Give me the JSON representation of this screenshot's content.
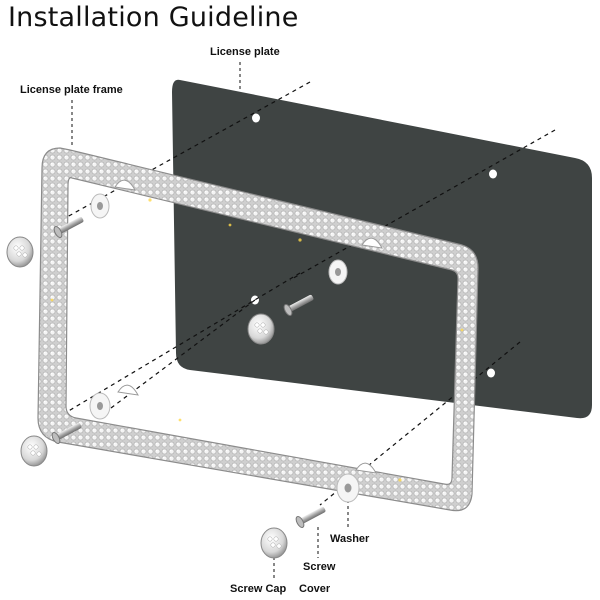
{
  "title": "Installation Guideline",
  "labels": {
    "license_plate": "License plate",
    "license_plate_frame": "License plate frame",
    "washer": "Washer",
    "screw": "Screw",
    "screw_cap": "Screw Cap",
    "cover": "Cover"
  },
  "colors": {
    "plate": "#3f4443",
    "frame": "#d9d9d9",
    "crystal": "#f2f2f2",
    "dash": "#111111"
  }
}
